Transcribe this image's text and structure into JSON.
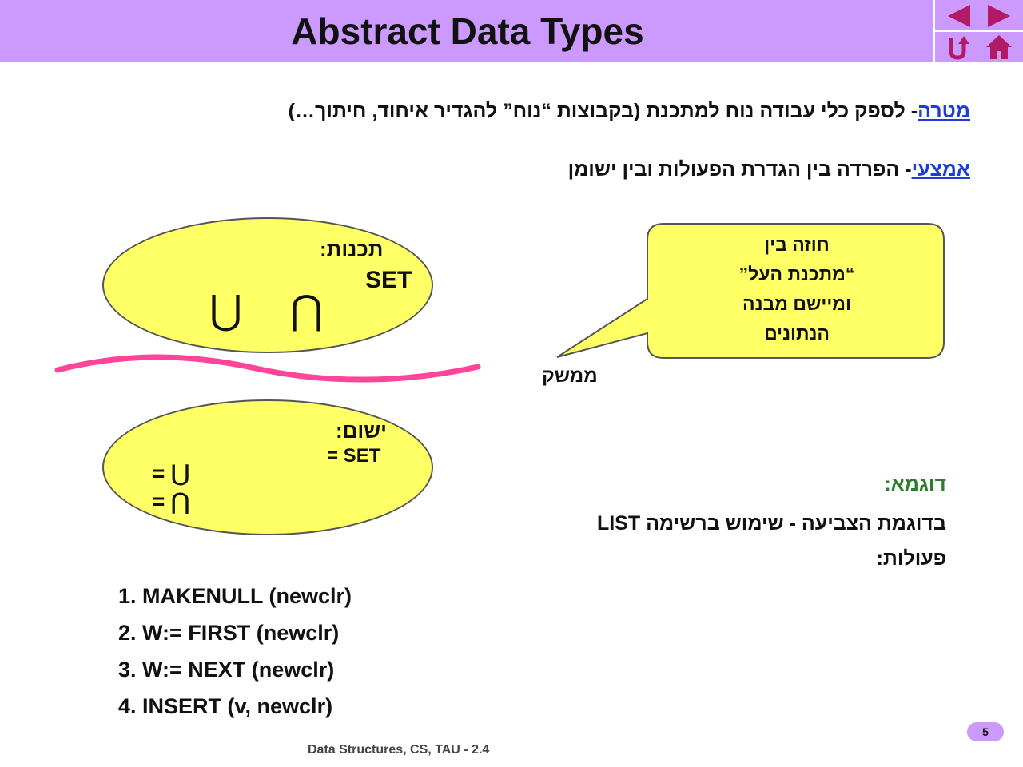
{
  "slide": {
    "title": "Abstract Data Types",
    "goal": {
      "label": "מטרה",
      "dash": "- ",
      "text": "לספק כלי עבודה נוח למתכנת (בקבוצות “נוח” להגדיר איחוד, חיתוך…)"
    },
    "means": {
      "label": "אמצעי",
      "dash": "- ",
      "text": "הפרדה בין הגדרת הפעולות ובין ישומן"
    },
    "design": {
      "heading": "תכנות:",
      "set_label": "SET",
      "union_symbol": "⋃",
      "intersection_symbol": "⋂"
    },
    "implementation": {
      "heading": "ישום:",
      "set_label": "= SET",
      "union_row": "= ⋃",
      "intersection_row": "= ⋂"
    },
    "callout": {
      "lines": [
        "חוזה בין",
        "“מתכנת העל”",
        "ומיישם מבנה",
        "הנתונים"
      ]
    },
    "interface_label": "ממשק",
    "example": {
      "heading": "דוגמא:",
      "line1": "בדוגמת הצביעה - שימוש ברשימה LIST",
      "ops_heading": "פעולות:"
    },
    "operations": [
      "1. MAKENULL (newclr)",
      "2. W:= FIRST (newclr)",
      "3. W:= NEXT (newclr)",
      "4. INSERT (v, newclr)"
    ],
    "footer": "Data Structures, CS, TAU - 2.4",
    "page_number": "5"
  },
  "nav": {
    "prev_icon": "triangle-left-icon",
    "next_icon": "triangle-right-icon",
    "return_icon": "return-arrow-icon",
    "home_icon": "home-icon"
  },
  "colors": {
    "title_bar": "#cc99ff",
    "link": "#1d3dd8",
    "ellipse_fill": "#ffff66",
    "wave": "#ff4499",
    "example_heading": "#2e7d2e",
    "nav_icon": "#b31a66"
  }
}
